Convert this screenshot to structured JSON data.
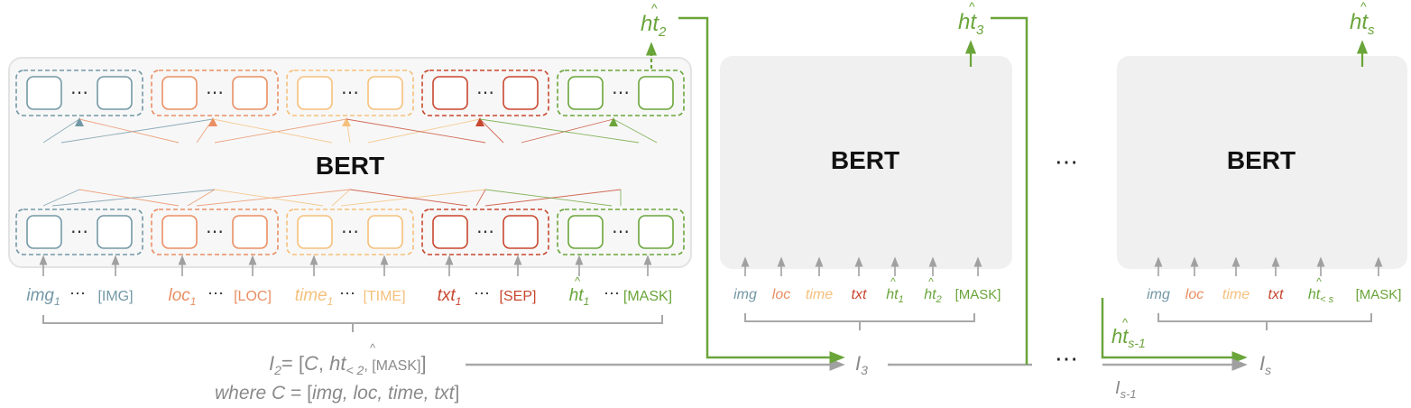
{
  "colors": {
    "img": "#7398a6",
    "loc": "#ea8f63",
    "time": "#f5c07c",
    "txt": "#c8472f",
    "green": "#6aa53a",
    "gray_text": "#8a8a8a",
    "arrow_gray": "#a0a0a0",
    "panel_fill": "#f0f0f0",
    "panel1_fill": "#f7f7f7"
  },
  "ellipsis": "⋯",
  "bert_label": "BERT",
  "stage1": {
    "groups": [
      {
        "key": "img",
        "tokens": [
          {
            "main": "img",
            "sub": "1",
            "italic": true
          },
          {
            "main": "[IMG]",
            "sub": "",
            "italic": false
          }
        ]
      },
      {
        "key": "loc",
        "tokens": [
          {
            "main": "loc",
            "sub": "1",
            "italic": true
          },
          {
            "main": "[LOC]",
            "sub": "",
            "italic": false
          }
        ]
      },
      {
        "key": "time",
        "tokens": [
          {
            "main": "time",
            "sub": "1",
            "italic": true
          },
          {
            "main": "[TIME]",
            "sub": "",
            "italic": false
          }
        ]
      },
      {
        "key": "txt",
        "tokens": [
          {
            "main": "txt",
            "sub": "1",
            "italic": true
          },
          {
            "main": "[SEP]",
            "sub": "",
            "italic": false
          }
        ]
      },
      {
        "key": "green",
        "tokens": [
          {
            "main": "ht",
            "sub": "1",
            "italic": true,
            "hat": true
          },
          {
            "main": "[MASK]",
            "sub": "",
            "italic": false
          }
        ]
      }
    ],
    "output_label": {
      "main": "ht",
      "sub": "2"
    },
    "input_formula": {
      "lhs": "I",
      "lhs_sub": "2",
      "eq": "= [",
      "c": "C",
      "comma": ", ",
      "ht": "ht",
      "ht_sub": "< 2",
      "mask": ", [MASK]",
      "close": "]"
    },
    "where_line": {
      "where": "where ",
      "c": "C",
      "eq": " = [",
      "items": "img, loc, time, txt",
      "close": "]"
    }
  },
  "stage2": {
    "tokens": [
      {
        "key": "img",
        "main": "img",
        "sub": "",
        "italic": true
      },
      {
        "key": "loc",
        "main": "loc",
        "sub": "",
        "italic": true
      },
      {
        "key": "time",
        "main": "time",
        "sub": "",
        "italic": true
      },
      {
        "key": "txt",
        "main": "txt",
        "sub": "",
        "italic": true
      },
      {
        "key": "green",
        "main": "ht",
        "sub": "1",
        "italic": true,
        "hat": true
      },
      {
        "key": "green",
        "main": "ht",
        "sub": "2",
        "italic": true,
        "hat": true
      },
      {
        "key": "green",
        "main": "[MASK]",
        "sub": "",
        "italic": false
      }
    ],
    "output_label": {
      "main": "ht",
      "sub": "3"
    },
    "input_label": {
      "main": "I",
      "sub": "3"
    }
  },
  "stage3": {
    "tokens": [
      {
        "key": "img",
        "main": "img",
        "sub": "",
        "italic": true
      },
      {
        "key": "loc",
        "main": "loc",
        "sub": "",
        "italic": true
      },
      {
        "key": "time",
        "main": "time",
        "sub": "",
        "italic": true
      },
      {
        "key": "txt",
        "main": "txt",
        "sub": "",
        "italic": true
      },
      {
        "key": "green",
        "main": "ht",
        "sub": "< s",
        "italic": true,
        "hat": true
      },
      {
        "key": "green",
        "main": "[MASK]",
        "sub": "",
        "italic": false
      }
    ],
    "output_label": {
      "main": "ht",
      "sub": "s"
    },
    "input_label": {
      "main": "I",
      "sub": "s"
    },
    "prev_output_label": {
      "main": "ht",
      "sub": "s-1"
    },
    "prev_input_label": {
      "main": "I",
      "sub": "s-1"
    }
  }
}
